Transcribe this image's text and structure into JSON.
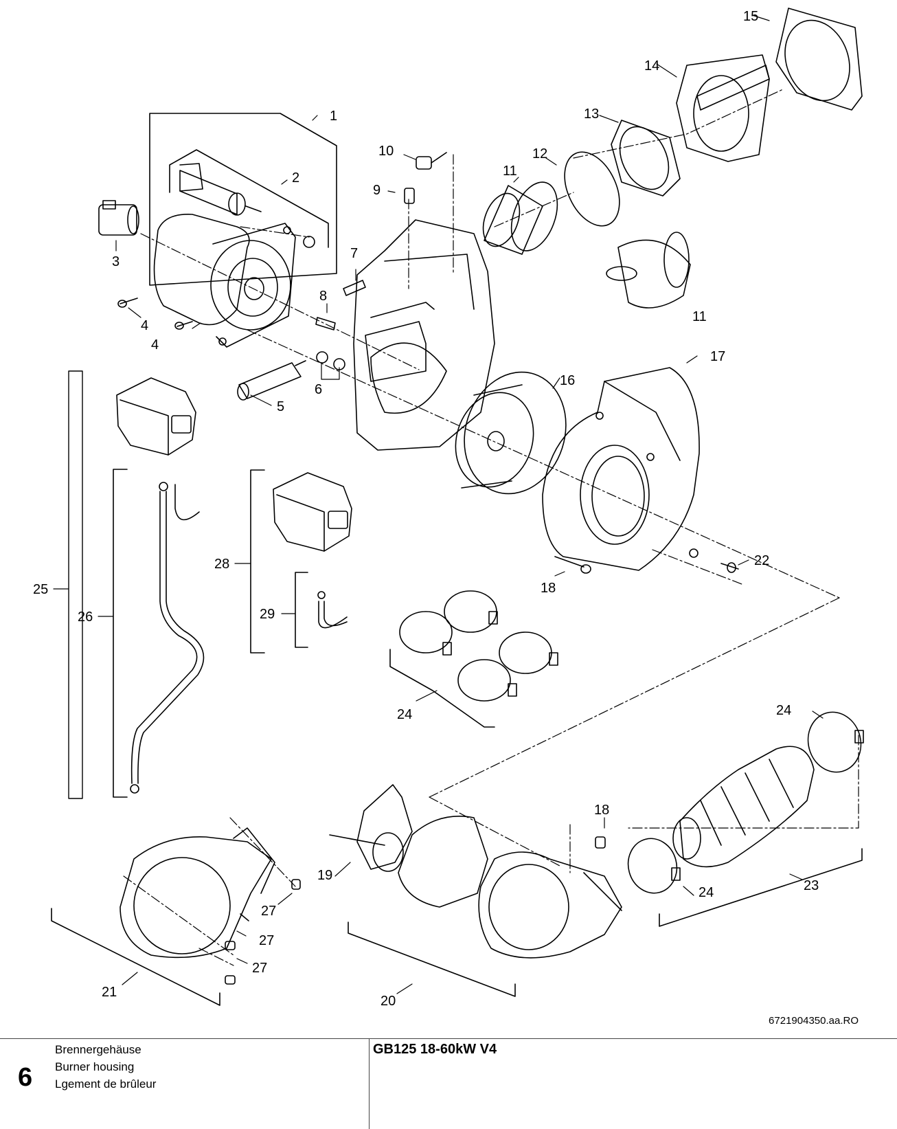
{
  "reference_code": "6721904350.aa.RO",
  "page_number": "6",
  "titles": {
    "de": "Brennergehäuse",
    "en": "Burner housing",
    "fr": "Lgement de brûleur"
  },
  "model": "GB125 18-60kW V4",
  "callouts": [
    "1",
    "2",
    "3",
    "4",
    "4",
    "5",
    "6",
    "7",
    "8",
    "9",
    "10",
    "11",
    "11",
    "12",
    "13",
    "14",
    "15",
    "16",
    "17",
    "18",
    "18",
    "19",
    "20",
    "21",
    "22",
    "23",
    "24",
    "24",
    "24",
    "25",
    "26",
    "27",
    "27",
    "27",
    "28",
    "29"
  ],
  "colors": {
    "line": "#000000",
    "background": "#ffffff"
  }
}
